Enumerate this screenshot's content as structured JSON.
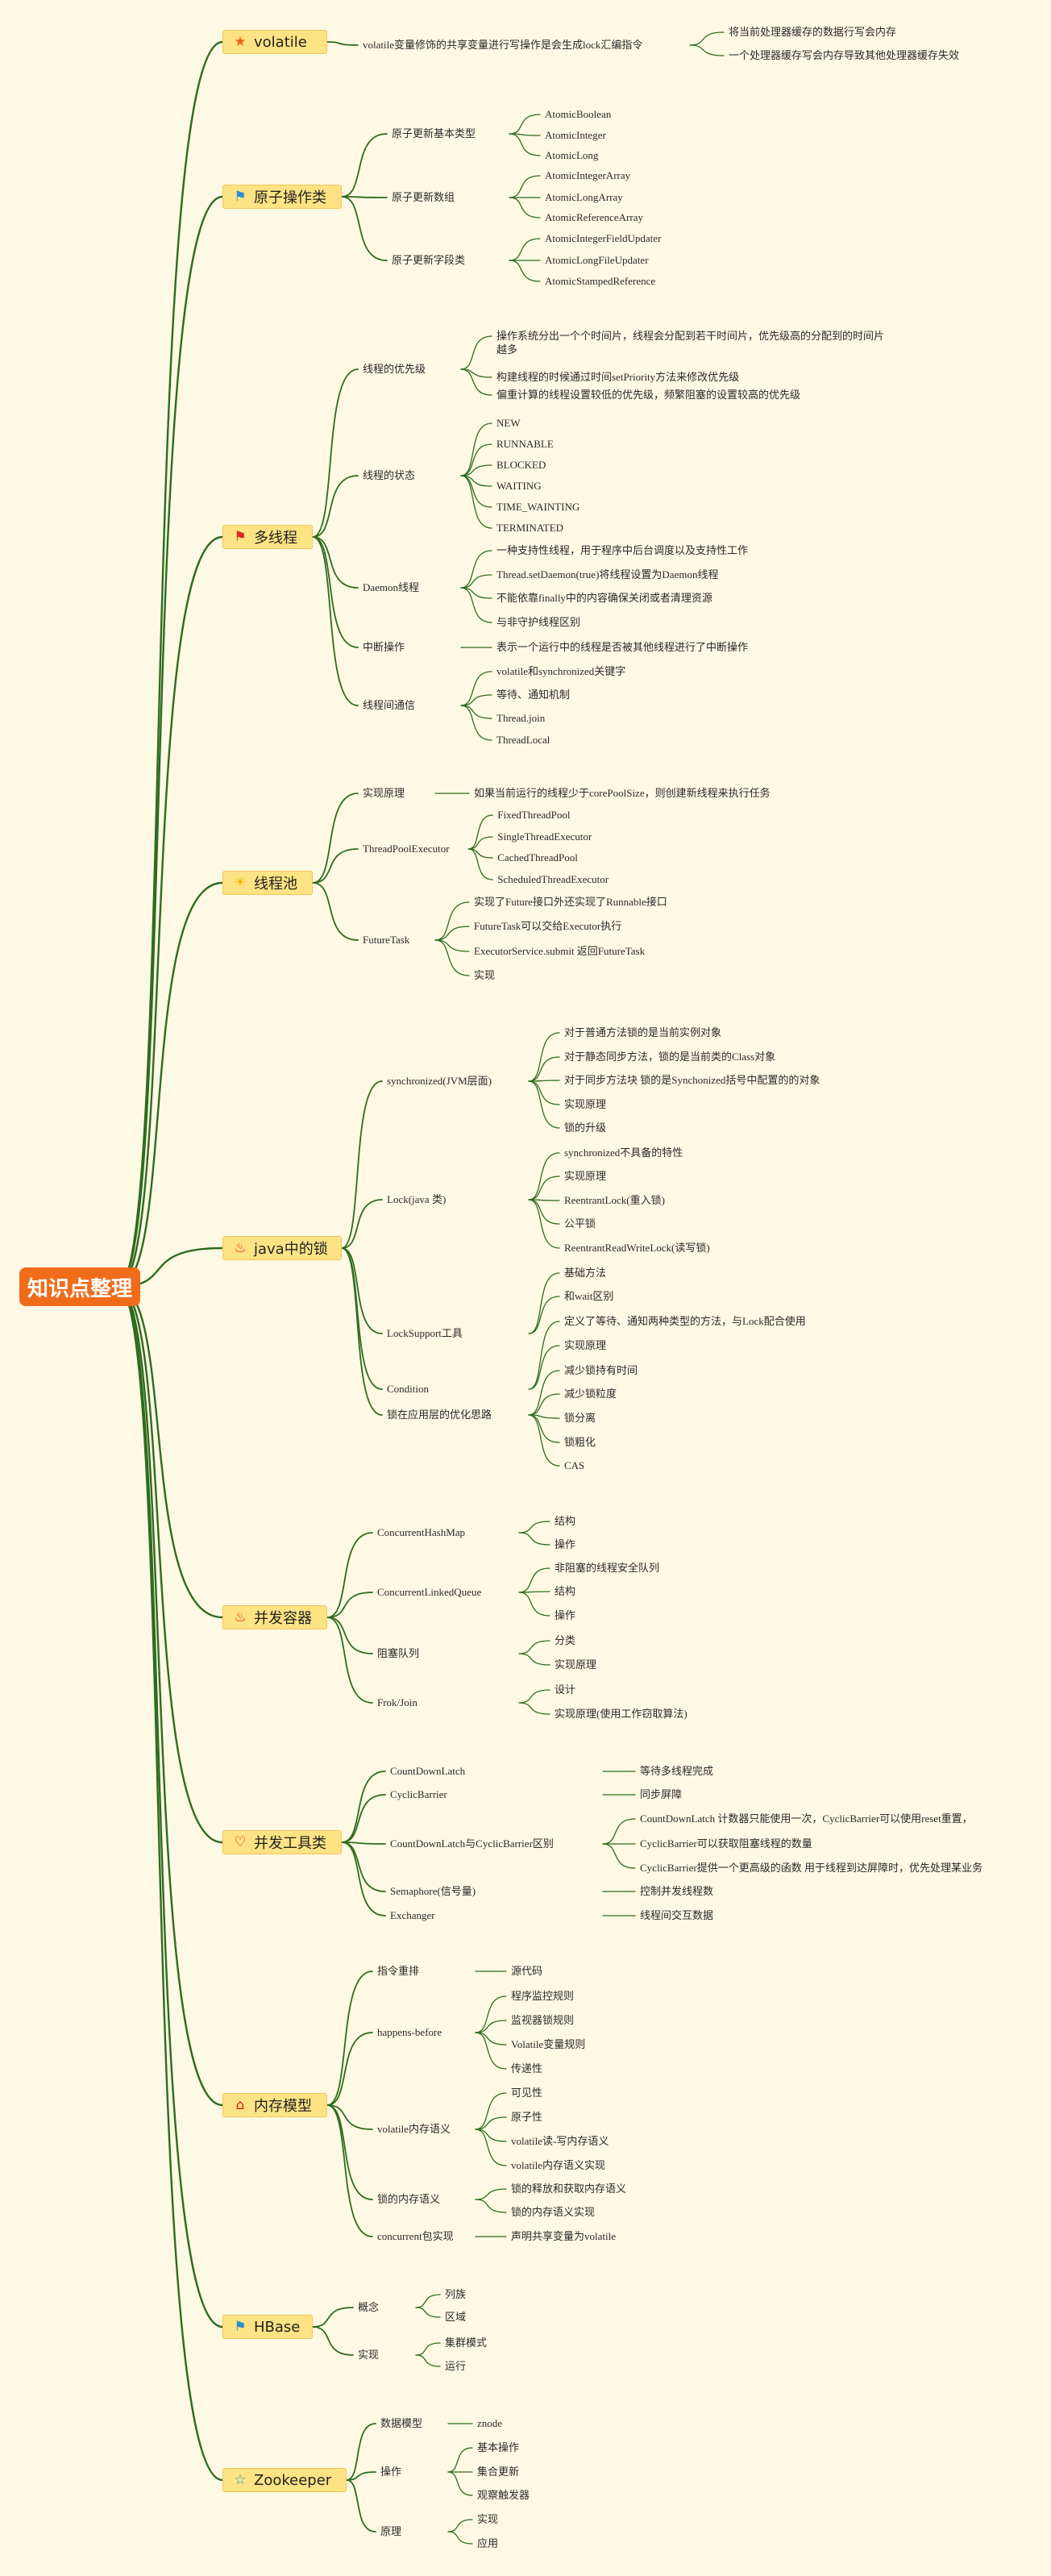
{
  "root": "知识点整理",
  "colors": {
    "background": "#fdf9e4",
    "root": "#ef6c1a",
    "category": "#fde383",
    "line": "#2f6b1f"
  },
  "categories": [
    {
      "label": "volatile",
      "icon": "star-icon",
      "children": [
        {
          "label": "volatile变量修饰的共享变量进行写操作是会生成lock汇编指令",
          "children": [
            {
              "label": "将当前处理器缓存的数据行写会内存"
            },
            {
              "label": "一个处理器缓存写会内存导致其他处理器缓存失效"
            }
          ]
        }
      ]
    },
    {
      "label": "原子操作类",
      "icon": "flag-icon",
      "children": [
        {
          "label": "原子更新基本类型",
          "children": [
            {
              "label": "AtomicBoolean"
            },
            {
              "label": "AtomicInteger"
            },
            {
              "label": "AtomicLong"
            }
          ]
        },
        {
          "label": "原子更新数组",
          "children": [
            {
              "label": "AtomicIntegerArray"
            },
            {
              "label": "AtomicLongArray"
            },
            {
              "label": "AtomicReferenceArray"
            }
          ]
        },
        {
          "label": "原子更新字段类",
          "children": [
            {
              "label": "AtomicIntegerFieldUpdater"
            },
            {
              "label": "AtomicLongFileUpdater"
            },
            {
              "label": "AtomicStampedReference"
            }
          ]
        }
      ]
    },
    {
      "label": "多线程",
      "icon": "red-flag-icon",
      "children": [
        {
          "label": "线程的优先级",
          "children": [
            {
              "label": "操作系统分出一个个时间片，线程会分配到若干时间片，优先级高的分配到的时间片越多"
            },
            {
              "label": "构建线程的时候通过时间setPriority方法来修改优先级"
            },
            {
              "label": "偏重计算的线程设置较低的优先级，频繁阻塞的设置较高的优先级"
            }
          ]
        },
        {
          "label": "线程的状态",
          "children": [
            {
              "label": "NEW"
            },
            {
              "label": "RUNNABLE"
            },
            {
              "label": "BLOCKED"
            },
            {
              "label": "WAITING"
            },
            {
              "label": "TIME_WAINTING"
            },
            {
              "label": "TERMINATED"
            }
          ]
        },
        {
          "label": "Daemon线程",
          "children": [
            {
              "label": "一种支持性线程，用于程序中后台调度以及支持性工作"
            },
            {
              "label": "Thread.setDaemon(true)将线程设置为Daemon线程"
            },
            {
              "label": "不能依靠finally中的内容确保关闭或者清理资源"
            },
            {
              "label": "与非守护线程区别"
            }
          ]
        },
        {
          "label": "中断操作",
          "children": [
            {
              "label": "表示一个运行中的线程是否被其他线程进行了中断操作"
            }
          ]
        },
        {
          "label": "线程间通信",
          "children": [
            {
              "label": "volatile和synchronized关键字"
            },
            {
              "label": "等待、通知机制"
            },
            {
              "label": "Thread.join"
            },
            {
              "label": "ThreadLocal"
            }
          ]
        }
      ]
    },
    {
      "label": "线程池",
      "icon": "sun-icon",
      "children": [
        {
          "label": "实现原理",
          "children": [
            {
              "label": "如果当前运行的线程少于corePoolSize，则创建新线程来执行任务"
            }
          ]
        },
        {
          "label": "ThreadPoolExecutor",
          "children": [
            {
              "label": "FixedThreadPool"
            },
            {
              "label": "SingleThreadExecutor"
            },
            {
              "label": "CachedThreadPool"
            },
            {
              "label": "ScheduledThreadExecutor"
            }
          ]
        },
        {
          "label": "FutureTask",
          "children": [
            {
              "label": "实现了Future接口外还实现了Runnable接口"
            },
            {
              "label": "FutureTask可以交给Executor执行"
            },
            {
              "label": "ExecutorService.submit 返回FutureTask"
            },
            {
              "label": "实现"
            }
          ]
        }
      ]
    },
    {
      "label": "java中的锁",
      "icon": "fire-icon",
      "children": [
        {
          "label": "synchronized(JVM层面)",
          "children": [
            {
              "label": "对于普通方法锁的是当前实例对象"
            },
            {
              "label": "对于静态同步方法，锁的是当前类的Class对象"
            },
            {
              "label": "对于同步方法块 锁的是Synchonized括号中配置的的对象"
            },
            {
              "label": "实现原理"
            },
            {
              "label": "锁的升级"
            }
          ]
        },
        {
          "label": "Lock(java 类)",
          "children": [
            {
              "label": "synchronized不具备的特性"
            },
            {
              "label": "实现原理"
            },
            {
              "label": "ReentrantLock(重入锁)"
            },
            {
              "label": "公平锁"
            },
            {
              "label": "ReentrantReadWriteLock(读写锁)"
            }
          ]
        },
        {
          "label": "LockSupport工具",
          "children": [
            {
              "label": "基础方法"
            },
            {
              "label": "和wait区别"
            }
          ]
        },
        {
          "label": "Condition",
          "children": [
            {
              "label": "定义了等待、通知两种类型的方法，与Lock配合使用"
            },
            {
              "label": "实现原理"
            }
          ]
        },
        {
          "label": "锁在应用层的优化思路",
          "children": [
            {
              "label": "减少锁持有时间"
            },
            {
              "label": "减少锁粒度"
            },
            {
              "label": "锁分离"
            },
            {
              "label": "锁粗化"
            },
            {
              "label": "CAS"
            }
          ]
        }
      ]
    },
    {
      "label": "并发容器",
      "icon": "fire-icon",
      "children": [
        {
          "label": "ConcurrentHashMap",
          "children": [
            {
              "label": "结构"
            },
            {
              "label": "操作"
            }
          ]
        },
        {
          "label": "ConcurrentLinkedQueue",
          "children": [
            {
              "label": "非阻塞的线程安全队列"
            },
            {
              "label": "结构"
            },
            {
              "label": "操作"
            }
          ]
        },
        {
          "label": "阻塞队列",
          "children": [
            {
              "label": "分类"
            },
            {
              "label": "实现原理"
            }
          ]
        },
        {
          "label": "Frok/Join",
          "children": [
            {
              "label": "设计"
            },
            {
              "label": "实现原理(使用工作窃取算法)"
            }
          ]
        }
      ]
    },
    {
      "label": "并发工具类",
      "icon": "heart-icon",
      "children": [
        {
          "label": "CountDownLatch",
          "children": [
            {
              "label": "等待多线程完成"
            }
          ]
        },
        {
          "label": "CyclicBarrier",
          "children": [
            {
              "label": "同步屏障"
            }
          ]
        },
        {
          "label": "CountDownLatch与CyclicBarrier区别",
          "children": [
            {
              "label": "CountDownLatch 计数器只能使用一次，CyclicBarrier可以使用reset重置，"
            },
            {
              "label": "CyclicBarrier可以获取阻塞线程的数量"
            },
            {
              "label": "CyclicBarrier提供一个更高级的函数 用于线程到达屏障时，优先处理某业务"
            }
          ]
        },
        {
          "label": "Semaphore(信号量)",
          "children": [
            {
              "label": "控制并发线程数"
            }
          ]
        },
        {
          "label": "Exchanger",
          "children": [
            {
              "label": "线程间交互数据"
            }
          ]
        }
      ]
    },
    {
      "label": "内存模型",
      "icon": "home-icon",
      "children": [
        {
          "label": "指令重排",
          "children": [
            {
              "label": "源代码"
            }
          ]
        },
        {
          "label": "happens-before",
          "children": [
            {
              "label": "程序监控规则"
            },
            {
              "label": "监视器锁规则"
            },
            {
              "label": "Volatile变量规则"
            },
            {
              "label": "传递性"
            }
          ]
        },
        {
          "label": "volatile内存语义",
          "children": [
            {
              "label": "可见性"
            },
            {
              "label": "原子性"
            },
            {
              "label": "volatile读-写内存语义"
            },
            {
              "label": "volatile内存语义实现"
            }
          ]
        },
        {
          "label": "锁的内存语义",
          "children": [
            {
              "label": "锁的释放和获取内存语义"
            },
            {
              "label": "锁的内存语义实现"
            }
          ]
        },
        {
          "label": "concurrent包实现",
          "children": [
            {
              "label": "声明共享变量为volatile"
            }
          ]
        }
      ]
    },
    {
      "label": "HBase",
      "icon": "flag-icon",
      "children": [
        {
          "label": "概念",
          "children": [
            {
              "label": "列族"
            },
            {
              "label": "区域"
            }
          ]
        },
        {
          "label": "实现",
          "children": [
            {
              "label": "集群模式"
            },
            {
              "label": "运行"
            }
          ]
        }
      ]
    },
    {
      "label": "Zookeeper",
      "icon": "star-outline-icon",
      "children": [
        {
          "label": "数据模型",
          "children": [
            {
              "label": "znode"
            }
          ]
        },
        {
          "label": "操作",
          "children": [
            {
              "label": "基本操作"
            },
            {
              "label": "集合更新"
            },
            {
              "label": "观察触发器"
            }
          ]
        },
        {
          "label": "原理",
          "children": [
            {
              "label": "实现"
            },
            {
              "label": "应用"
            }
          ]
        }
      ]
    }
  ]
}
